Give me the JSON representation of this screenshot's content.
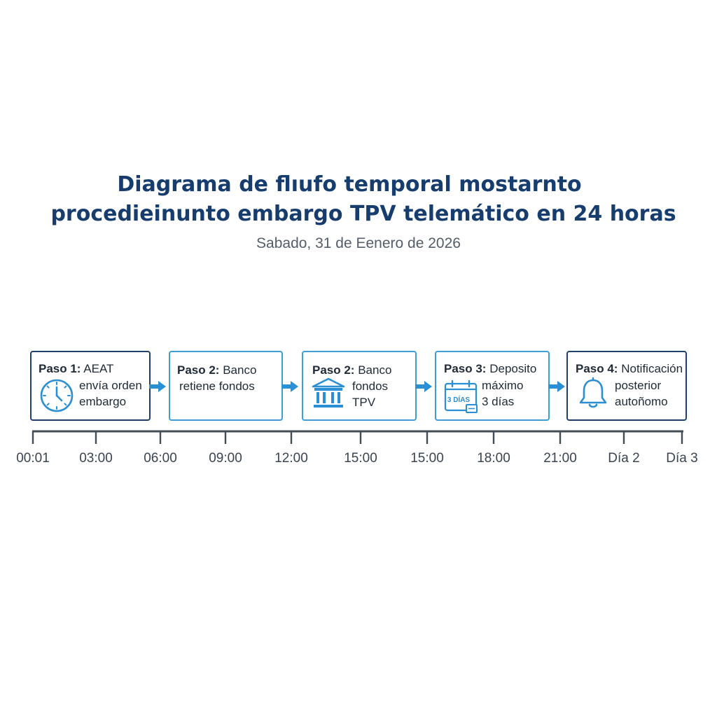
{
  "diagram": {
    "title_line_1": "Diagrama de flıufo temporal mostarnto",
    "title_line_2": "procedieinunto embargo TPV telemático en 24 horas",
    "subtitle": "Sabado, 31 de Eenero de 2026",
    "steps": [
      {
        "label": "Paso 1:",
        "text_1": "AEAT",
        "text_2": "envía orden",
        "text_3": "embargo",
        "icon": "clock-icon",
        "border": "#1f3f6e"
      },
      {
        "label": "Paso 2:",
        "text_1": "Banco",
        "text_2": "retiene fondos",
        "icon": "",
        "border": "#3d9ed6"
      },
      {
        "label": "Paso 2:",
        "text_1": "Banco",
        "text_2": "fondos",
        "text_3": "TPV",
        "icon": "bank-icon",
        "border": "#3d9ed6"
      },
      {
        "label": "Paso 3:",
        "text_1": "Deposito",
        "text_2": "máximo",
        "text_3": "3 días",
        "icon": "calendar-icon",
        "icon_text": "3 DÍAS",
        "border": "#3d9ed6"
      },
      {
        "label": "Paso 4:",
        "text_1": "Notificación",
        "text_2": "posterior",
        "text_3": "autoñomo",
        "icon": "bell-icon",
        "border": "#1f3f6e"
      }
    ],
    "timeline_ticks": [
      "00:01",
      "03:00",
      "06:00",
      "09:00",
      "12:00",
      "15:00",
      "15:00",
      "18:00",
      "21:00",
      "Día 2",
      "Día 3"
    ],
    "colors": {
      "title": "#163d6e",
      "accent_blue": "#2b8fd3",
      "dark_border": "#1f3f6e",
      "light_border": "#3d9ed6",
      "axis": "#444c55"
    }
  }
}
